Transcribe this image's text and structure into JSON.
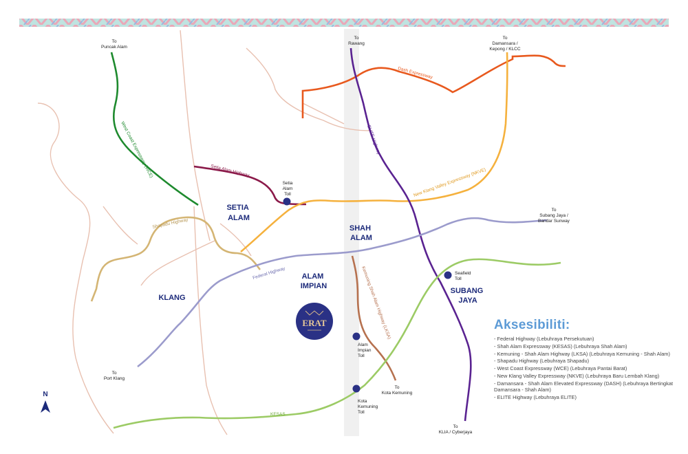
{
  "colors": {
    "wce": "#1e8a2e",
    "setia_alam_highway": "#8b1a4a",
    "shapadu": "#d4b574",
    "nkve": "#f5b13d",
    "dash": "#e8591e",
    "elite": "#5a2391",
    "federal": "#9b9bcc",
    "lksa": "#b6714f",
    "kesas": "#9ccb65",
    "minor_roads": "#e8c0b0",
    "area_text": "#1c2a7a",
    "toll_dot": "#2a3185",
    "legend_title": "#5d9bd6",
    "center_strip": "#ececec"
  },
  "areas": {
    "setia_alam": [
      "SETIA",
      "ALAM"
    ],
    "shah_alam": [
      "SHAH",
      "ALAM"
    ],
    "alam_impian": [
      "ALAM",
      "IMPIAN"
    ],
    "klang": "KLANG",
    "subang_jaya": [
      "SUBANG",
      "JAYA"
    ]
  },
  "destinations": {
    "puncak_alam": [
      "To",
      "Puncak Alam"
    ],
    "rawang": [
      "To",
      "Rawang"
    ],
    "damansara": [
      "To",
      "Damansara /",
      "Kepong / KLCC"
    ],
    "subang": [
      "To",
      "Subang Jaya /",
      "Bandar Sunway"
    ],
    "port_klang": [
      "To",
      "Port Klang"
    ],
    "kota_kemuning": [
      "To",
      "Kota Kemuning"
    ],
    "klia": [
      "To",
      "KLIA / Cyberjaya"
    ]
  },
  "tolls": {
    "setia_alam": [
      "Setia",
      "Alam",
      "Toll"
    ],
    "seafield": [
      "Seafield",
      "Toll"
    ],
    "alam_impian": [
      "Alam",
      "Impian",
      "Toll"
    ],
    "kota_kemuning": [
      "Kota",
      "Kemuning",
      "Toll"
    ]
  },
  "road_labels": {
    "wce": "West Coast Expressway (WCE)",
    "setia_alam_highway": "Setia Alam Highway",
    "shapadu": "Shapadu Highway",
    "dash": "Dash Expressway",
    "elite": "ELITE Highway",
    "nkve": "New Klang Valley Expressway (NKVE)",
    "federal": "Federal Highway",
    "lksa": "Kemuning Shah Alam Highway (LKSA)",
    "kesas": "KESAS"
  },
  "logo_text": "ERAT",
  "north_label": "N",
  "legend": {
    "title": "Aksesibiliti:",
    "items": [
      "- Federal Highway (Lebuhraya Persekutuan)",
      "- Shah Alam Expressway (KESAS) (Lebuhraya Shah Alam)",
      "- Kemuning - Shah Alam Highway (LKSA) (Lebuhraya Kemuning - Shah Alam)",
      "- Shapadu Highway (Lebuhraya Shapadu)",
      "- West Coast Expressway (WCE) (Lebuhraya Pantai Barat)",
      "- New Klang Valley Expressway (NKVE) (Lebuhraya Baru Lembah Klang)",
      "- Damansara - Shah Alam Elevated Expressway (DASH) (Lebuhraya Bertingkat Damansara - Shah Alam)",
      "- ELITE Highway (Lebuhraya ELITE)"
    ]
  }
}
